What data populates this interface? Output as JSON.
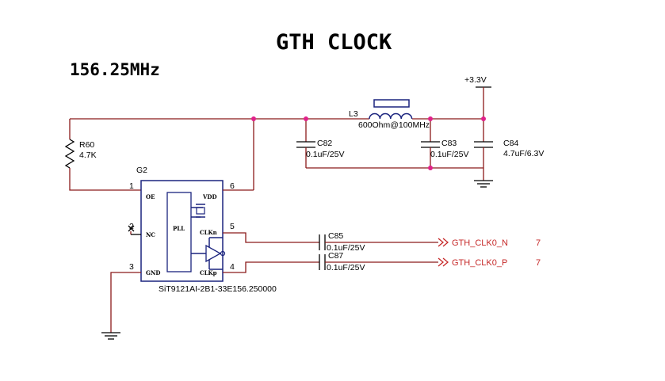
{
  "title": "GTH CLOCK",
  "frequency": "156.25MHz",
  "supply": "+3.3V",
  "colors": {
    "wire": "#8b1a1a",
    "junction": "#e0218a",
    "net_label": "#c62828",
    "component": "#1a237e"
  },
  "components": {
    "r60": {
      "ref": "R60",
      "value": "4.7K"
    },
    "l3": {
      "ref": "L3",
      "value": "600Ohm@100MHz"
    },
    "c82": {
      "ref": "C82",
      "value": "0.1uF/25V"
    },
    "c83": {
      "ref": "C83",
      "value": "0.1uF/25V"
    },
    "c84": {
      "ref": "C84",
      "value": "4.7uF/6.3V"
    },
    "c85": {
      "ref": "C85",
      "value": "0.1uF/25V"
    },
    "c87": {
      "ref": "C87",
      "value": "0.1uF/25V"
    },
    "g2": {
      "ref": "G2",
      "part": "SiT9121AI-2B1-33E156.250000",
      "inner_label": "PLL",
      "pins": [
        {
          "num": "1",
          "name": "OE"
        },
        {
          "num": "2",
          "name": "NC"
        },
        {
          "num": "3",
          "name": "GND"
        },
        {
          "num": "4",
          "name": "CLKp"
        },
        {
          "num": "5",
          "name": "CLKn"
        },
        {
          "num": "6",
          "name": "VDD"
        }
      ]
    }
  },
  "nets": [
    {
      "name": "GTH_CLK0_N",
      "sheet": "7"
    },
    {
      "name": "GTH_CLK0_P",
      "sheet": "7"
    }
  ]
}
